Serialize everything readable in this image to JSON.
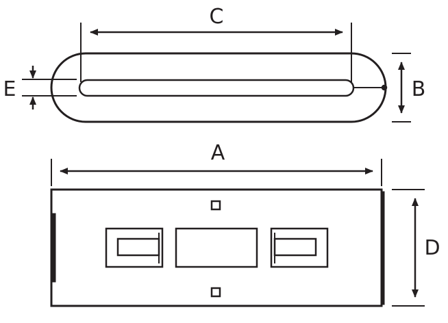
{
  "colors": {
    "stroke": "#231f20",
    "background": "#ffffff"
  },
  "labels": {
    "A": "A",
    "B": "B",
    "C": "C",
    "D": "D",
    "E": "E"
  }
}
